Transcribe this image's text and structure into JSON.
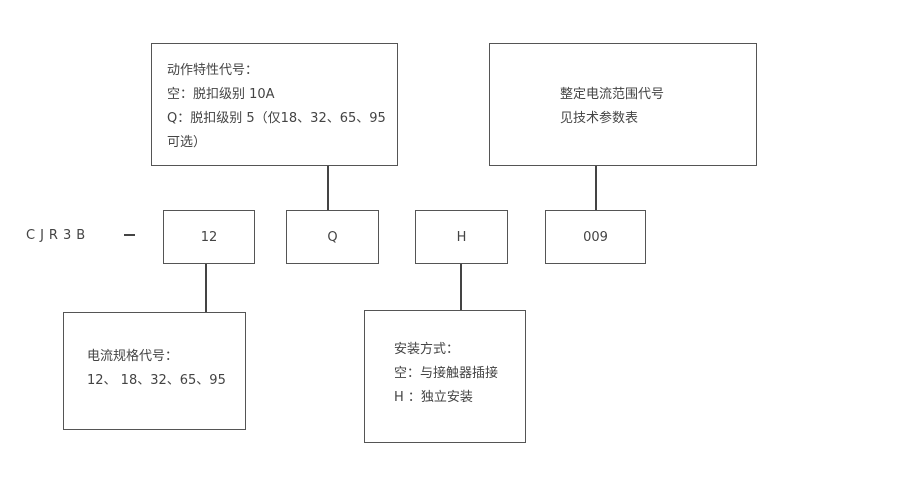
{
  "model_prefix": "CJR3B",
  "separator": "-",
  "codes": {
    "rating": "12",
    "action": "Q",
    "mounting": "H",
    "current_range": "009"
  },
  "descriptions": {
    "action": [
      "动作特性代号：",
      "空：脱扣级别 10A",
      "Q：脱扣级别 5（仅18、32、65、95",
      "可选）"
    ],
    "current_range": [
      "整定电流范围代号",
      "见技术参数表"
    ],
    "rating": [
      "电流规格代号：",
      "12、 18、32、65、95"
    ],
    "mounting": [
      "安装方式：",
      "空：与接触器插接",
      "H ：独立安装"
    ]
  }
}
